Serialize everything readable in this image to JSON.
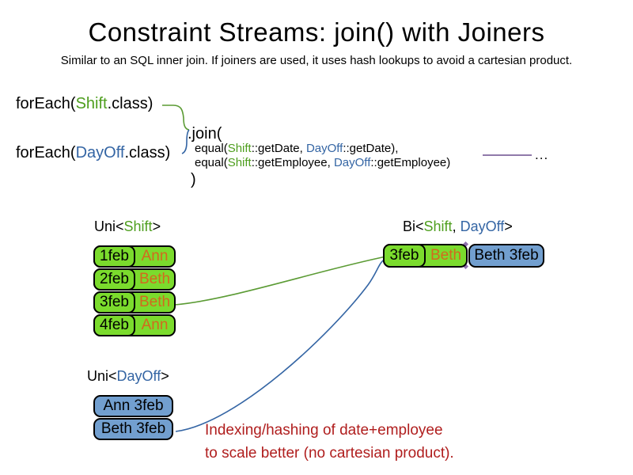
{
  "slide": {
    "title": "Constraint Streams: join() with Joiners",
    "subtitle": "Similar to an SQL inner join. If joiners are used, it uses hash lookups to avoid a cartesian product."
  },
  "code": {
    "foreach_shift": {
      "prefix": "forEach(",
      "class_token": "Shift",
      "suffix": ".class)"
    },
    "foreach_dayoff": {
      "prefix": "forEach(",
      "class_token": "DayOff",
      "suffix": ".class)"
    },
    "join_open": ".join(",
    "joiners": [
      {
        "prefix": "equal(",
        "left_class": "Shift",
        "left_rest": "::getDate, ",
        "right_class": "DayOff",
        "right_rest": "::getDate),"
      },
      {
        "prefix": "equal(",
        "left_class": "Shift",
        "left_rest": "::getEmployee, ",
        "right_class": "DayOff",
        "right_rest": "::getEmployee)"
      }
    ],
    "join_close": ")",
    "ellipsis": "..."
  },
  "shift_stream": {
    "header": {
      "prefix": "Uni<",
      "type": "Shift",
      "suffix": ">"
    },
    "rows": [
      {
        "date": "1feb",
        "employee": "Ann"
      },
      {
        "date": "2feb",
        "employee": "Beth"
      },
      {
        "date": "3feb",
        "employee": "Beth"
      },
      {
        "date": "4feb",
        "employee": "Ann"
      }
    ]
  },
  "dayoff_stream": {
    "header": {
      "prefix": "Uni<",
      "type": "DayOff",
      "suffix": ">"
    },
    "rows": [
      {
        "label": "Ann 3feb"
      },
      {
        "label": "Beth 3feb"
      }
    ]
  },
  "bi_stream": {
    "header": {
      "prefix": "Bi<",
      "type1": "Shift",
      "separator": ", ",
      "type2": "DayOff",
      "suffix": ">"
    },
    "row": {
      "date": "3feb",
      "employee": "Beth",
      "dayoff": "Beth 3feb"
    }
  },
  "caption": {
    "line1": "Indexing/hashing of date+employee",
    "line2": "to scale better (no cartesian product)."
  },
  "colors": {
    "shift_green_text": "#4E9E1E",
    "dayoff_blue_text": "#3465A4",
    "employee_orange_text": "#D2691E",
    "shift_box_fill": "#7BDB2D",
    "dayoff_box_fill": "#729FCF",
    "caption_red": "#B01E1E",
    "joiner_purple": "#6B4E8E",
    "green_line": "#5B9B34",
    "blue_line": "#3465A4"
  }
}
